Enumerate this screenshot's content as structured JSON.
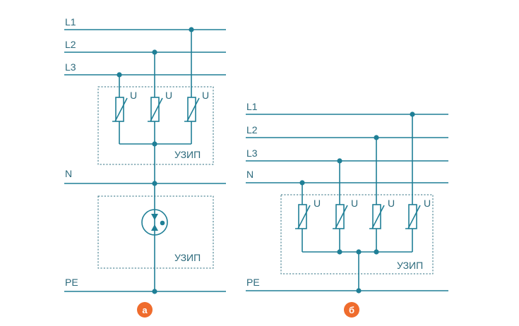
{
  "diagram_a": {
    "badge": "а",
    "lines": [
      "L1",
      "L2",
      "L3"
    ],
    "neutral": "N",
    "earth": "PE",
    "varistor_label": "U",
    "spd_label": "УЗИП",
    "spd2_label": "УЗИП"
  },
  "diagram_b": {
    "badge": "б",
    "lines": [
      "L1",
      "L2",
      "L3"
    ],
    "neutral": "N",
    "earth": "PE",
    "varistor_label": "U",
    "spd_label": "УЗИП"
  },
  "colors": {
    "wire": "#1f7f96",
    "label": "#2c6a7c",
    "badge": "#ef6c2d"
  }
}
